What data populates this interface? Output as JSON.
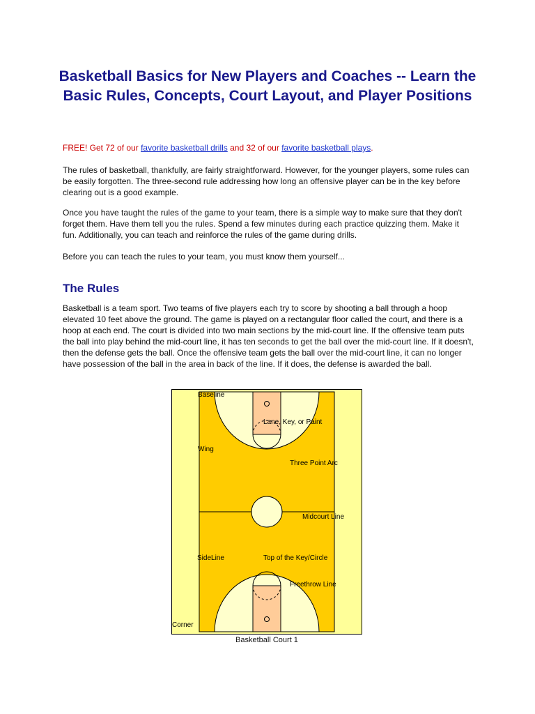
{
  "title": "Basketball Basics for New Players and Coaches -- Learn the Basic Rules, Concepts, Court Layout, and Player Positions",
  "promo": {
    "prefix": "FREE! Get 72 of our ",
    "link1": "favorite basketball drills",
    "middle": " and 32 of our ",
    "link2": "favorite basketball plays",
    "suffix": "."
  },
  "paragraphs": [
    "The rules of basketball, thankfully, are fairly straightforward. However, for the younger players, some rules can be easily forgotten. The three-second rule addressing how long an offensive player can be in the key before clearing out is a good example.",
    "Once you have taught the rules of the game to your team, there is a simple way to make sure that they don't forget them. Have them tell you the rules. Spend a few minutes during each practice quizzing them. Make it fun. Additionally, you can teach and reinforce the rules of the game during drills.",
    "Before you can teach the rules to your team, you must know them yourself..."
  ],
  "section_heading": "The Rules",
  "rules_paragraph": "Basketball is a team sport. Two teams of five players each try to score by shooting a ball through a hoop elevated 10 feet above the ground. The game is played on a rectangular floor called the court, and there is a hoop at each end. The court is divided into two main sections by the mid-court line. If the offensive team puts the ball into play behind the mid-court line, it has ten seconds to get the ball over the mid-court line. If it doesn't, then the defense gets the ball. Once the offensive team gets the ball over the mid-court line, it can no longer have possession of the ball in the area in back of the line. If it does, the defense is awarded the ball.",
  "court": {
    "labels": {
      "baseline": "Baseline",
      "lane": "Lane, Key, or Paint",
      "wing": "Wing",
      "three_point": "Three Point Arc",
      "midcourt": "Midcourt Line",
      "sideline": "SideLine",
      "top_key": "Top of the Key/Circle",
      "freethrow": "Freethrow Line",
      "corner": "Corner"
    },
    "colors": {
      "out_of_bounds": "#ffff99",
      "court": "#ffcc00",
      "arc": "#ffffcc",
      "lane": "#ffcc99",
      "lines": "#000000"
    }
  },
  "caption": "Basketball Court 1"
}
